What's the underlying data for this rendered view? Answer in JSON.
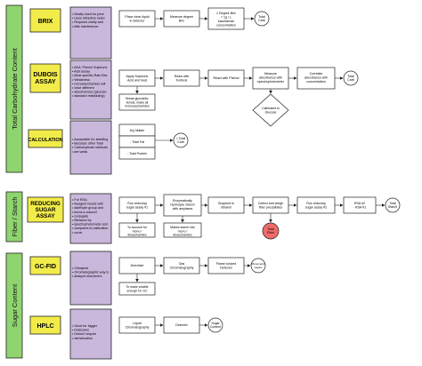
{
  "colors": {
    "section": "#8fd46f",
    "method": "#f2ec4a",
    "notes": "#c9b8dc",
    "box": "#ffffff",
    "red": "#ef6b6b",
    "stroke": "#222222"
  },
  "sections": {
    "total_carbohydrate": "Total Carbohydrate Content",
    "fiber_starch": "Fiber / Starch",
    "sugar": "Sugar Content"
  },
  "methods": {
    "brix": "BRIX",
    "dubois": [
      "DUBOIS",
      "ASSAY"
    ],
    "calculation": "CALCULATION",
    "reducing_sugar": [
      "REDUCING",
      "SUGAR",
      "ASSAY"
    ],
    "gcfid": "GC-FID",
    "hplc": "HPLC"
  },
  "notes": {
    "brix": [
      "Mostly used for juice",
      "Uses refractive index",
      "Requires clarity and",
      "little interference"
    ],
    "dubois": [
      "AKA: Phenol Sulphuric",
      "Acid assay",
      "Most specific Rain Brix",
      "Weakness:",
      "monosaccharides will",
      "have different",
      "absorbances (glucose",
      "standard misleading)"
    ],
    "calculation": [
      "Acceptable for labelling",
      "Because other Total",
      "Carbohydrate methods",
      "are weak"
    ],
    "reducing_sugar": [
      "For RSA:",
      "Reagent reacts with",
      "aldehyde group and",
      "forms a colored",
      "conjugate",
      "Measure by",
      "spectrophotometer and",
      "compares to calibration",
      "curve"
    ],
    "gcfid": [
      "Cheapest",
      "chromatographic way to",
      "analyze monomers"
    ],
    "hplc": [
      "Good for bigger",
      "molecules",
      "Doesn't require",
      "derivitization"
    ]
  },
  "boxes": {
    "brix_1": [
      "Place clear liquid",
      "in detector"
    ],
    "brix_2": [
      "Measure degree",
      "Brix"
    ],
    "brix_3": [
      "1 Degree Brix",
      "= 1g / L",
      "saccharose",
      "concentration"
    ],
    "total_carb": [
      "Total",
      "Carb"
    ],
    "dub_1": [
      "Apply Sulphuric",
      "Acid and heat"
    ],
    "dub_break": [
      "Break glycosidic",
      "bonds, make all",
      "monosaccharides"
    ],
    "dub_2": [
      "React with",
      "Furfural"
    ],
    "dub_3": [
      "React with Phenol"
    ],
    "dub_4": [
      "Measure",
      "absorbance with",
      "spectrophotometer"
    ],
    "dub_5": [
      "Correlate",
      "absorbance with",
      "concentration"
    ],
    "dub_cal": [
      "Calibrated to",
      "Glucose"
    ],
    "calc_1": [
      "Dry Matter"
    ],
    "calc_2": [
      "- Total Fat"
    ],
    "calc_3": [
      "- Total Protein"
    ],
    "calc_4": [
      "= Total",
      "Carb"
    ],
    "rsa_1": [
      "Run reducing",
      "sugar assay #1"
    ],
    "rsa_mono": [
      "To account for",
      "mono /",
      "disaccharides"
    ],
    "rsa_2": [
      "Enzymatically",
      "Hydrolyze Starch",
      "with amylases"
    ],
    "rsa_starch": [
      "Makes starch into",
      "mono /",
      "disaccharides"
    ],
    "rsa_3": [
      "Suspend in",
      "ethanol"
    ],
    "rsa_4": [
      "Collect and weigh",
      "fiber precipitates"
    ],
    "total_fiber": [
      "Total",
      "Fiber"
    ],
    "rsa_5": [
      "Run reducing",
      "sugar assay #2"
    ],
    "rsa_6": [
      "RSA #2",
      "- RSA #1"
    ],
    "total_starch": [
      "Total",
      "Starch"
    ],
    "gc_1": [
      "Derivitize"
    ],
    "gc_vol": [
      "To make volatile",
      "enough for GC"
    ],
    "gc_2": [
      "Gas",
      "Chromatography"
    ],
    "gc_3": [
      "Flame Ionized",
      "Detector"
    ],
    "gc_4": [
      "Monomeric",
      "sugars"
    ],
    "hplc_1": [
      "Liquid",
      "Chromatography"
    ],
    "hplc_2": [
      "Detector"
    ],
    "hplc_3": [
      "Sugar",
      "Content"
    ]
  }
}
